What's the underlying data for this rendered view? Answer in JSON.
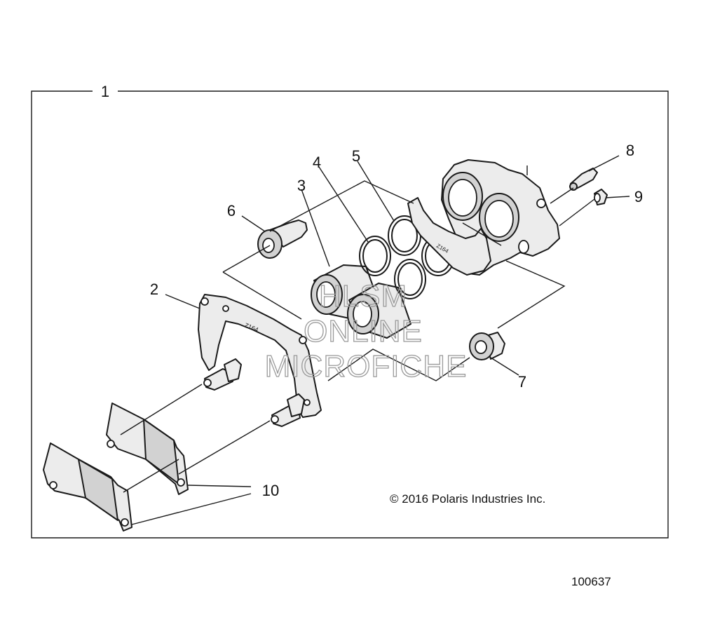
{
  "callouts": [
    "1",
    "2",
    "3",
    "4",
    "5",
    "6",
    "7",
    "8",
    "9",
    "10"
  ],
  "copyright": "© 2016 Polaris Industries Inc.",
  "document_number": "100637",
  "watermark": {
    "line1": "HLSM",
    "line2": "ONLINE",
    "line3": "MICROFICHE"
  },
  "parts": [
    {
      "callout": "2",
      "name": "bracket"
    },
    {
      "callout": "3",
      "name": "piston"
    },
    {
      "callout": "4",
      "name": "piston seal"
    },
    {
      "callout": "5",
      "name": "dust seal"
    },
    {
      "callout": "6",
      "name": "slide pin boot"
    },
    {
      "callout": "7",
      "name": "slide pin boot"
    },
    {
      "callout": "8",
      "name": "bleeder screw"
    },
    {
      "callout": "9",
      "name": "bleeder cap"
    },
    {
      "callout": "10",
      "name": "brake pads"
    }
  ]
}
